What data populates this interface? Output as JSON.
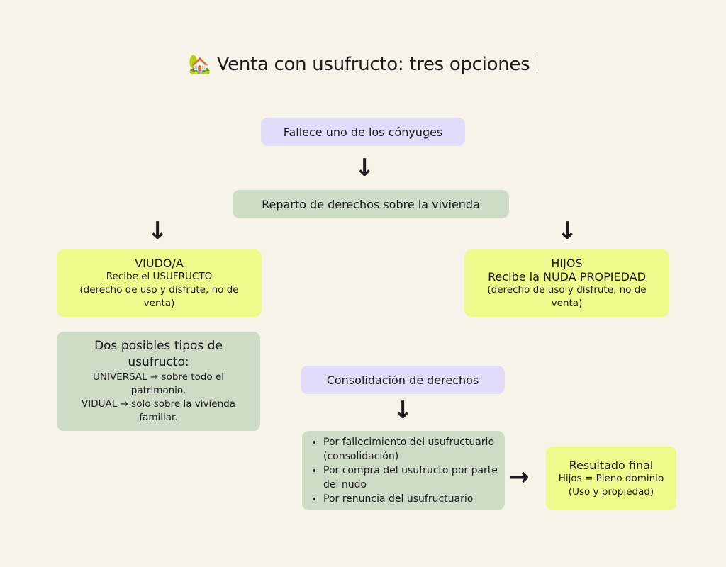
{
  "title": {
    "icon": "house-icon",
    "text": "Venta con usufructo: tres opciones"
  },
  "nodes": {
    "start": "Fallece uno de los cónyuges",
    "reparto": "Reparto de derechos sobre la vivienda",
    "viudo": {
      "heading": "VIUDO/A",
      "line1": "Recibe el USUFRUCTO",
      "line2": "(derecho de uso y disfrute, no de venta)"
    },
    "hijos": {
      "heading": "HIJOS",
      "line1": "Recibe la NUDA PROPIEDAD",
      "line2": "(derecho de uso y disfrute, no de venta)"
    },
    "tipos": {
      "heading": "Dos posibles tipos de usufructo:",
      "line1": "UNIVERSAL → sobre todo el patrimonio.",
      "line2": "VIDUAL → solo sobre la vivienda familiar."
    },
    "consolidacion": "Consolidación de derechos",
    "causas": [
      "Por fallecimiento del usufructuario (consolidación)",
      "Por compra del usufructo por parte del nudo",
      "Por renuncia del usufructuario"
    ],
    "resultado": {
      "heading": "Resultado final",
      "line1": "Hijos = Pleno dominio",
      "line2": "(Uso y propiedad)"
    }
  },
  "arrows": {
    "down": "↓",
    "right": "→"
  },
  "colors": {
    "background": "#f6f4e9",
    "purple": "#e2dcfb",
    "green": "#cfdcc5",
    "yellow": "#edfb8c"
  }
}
